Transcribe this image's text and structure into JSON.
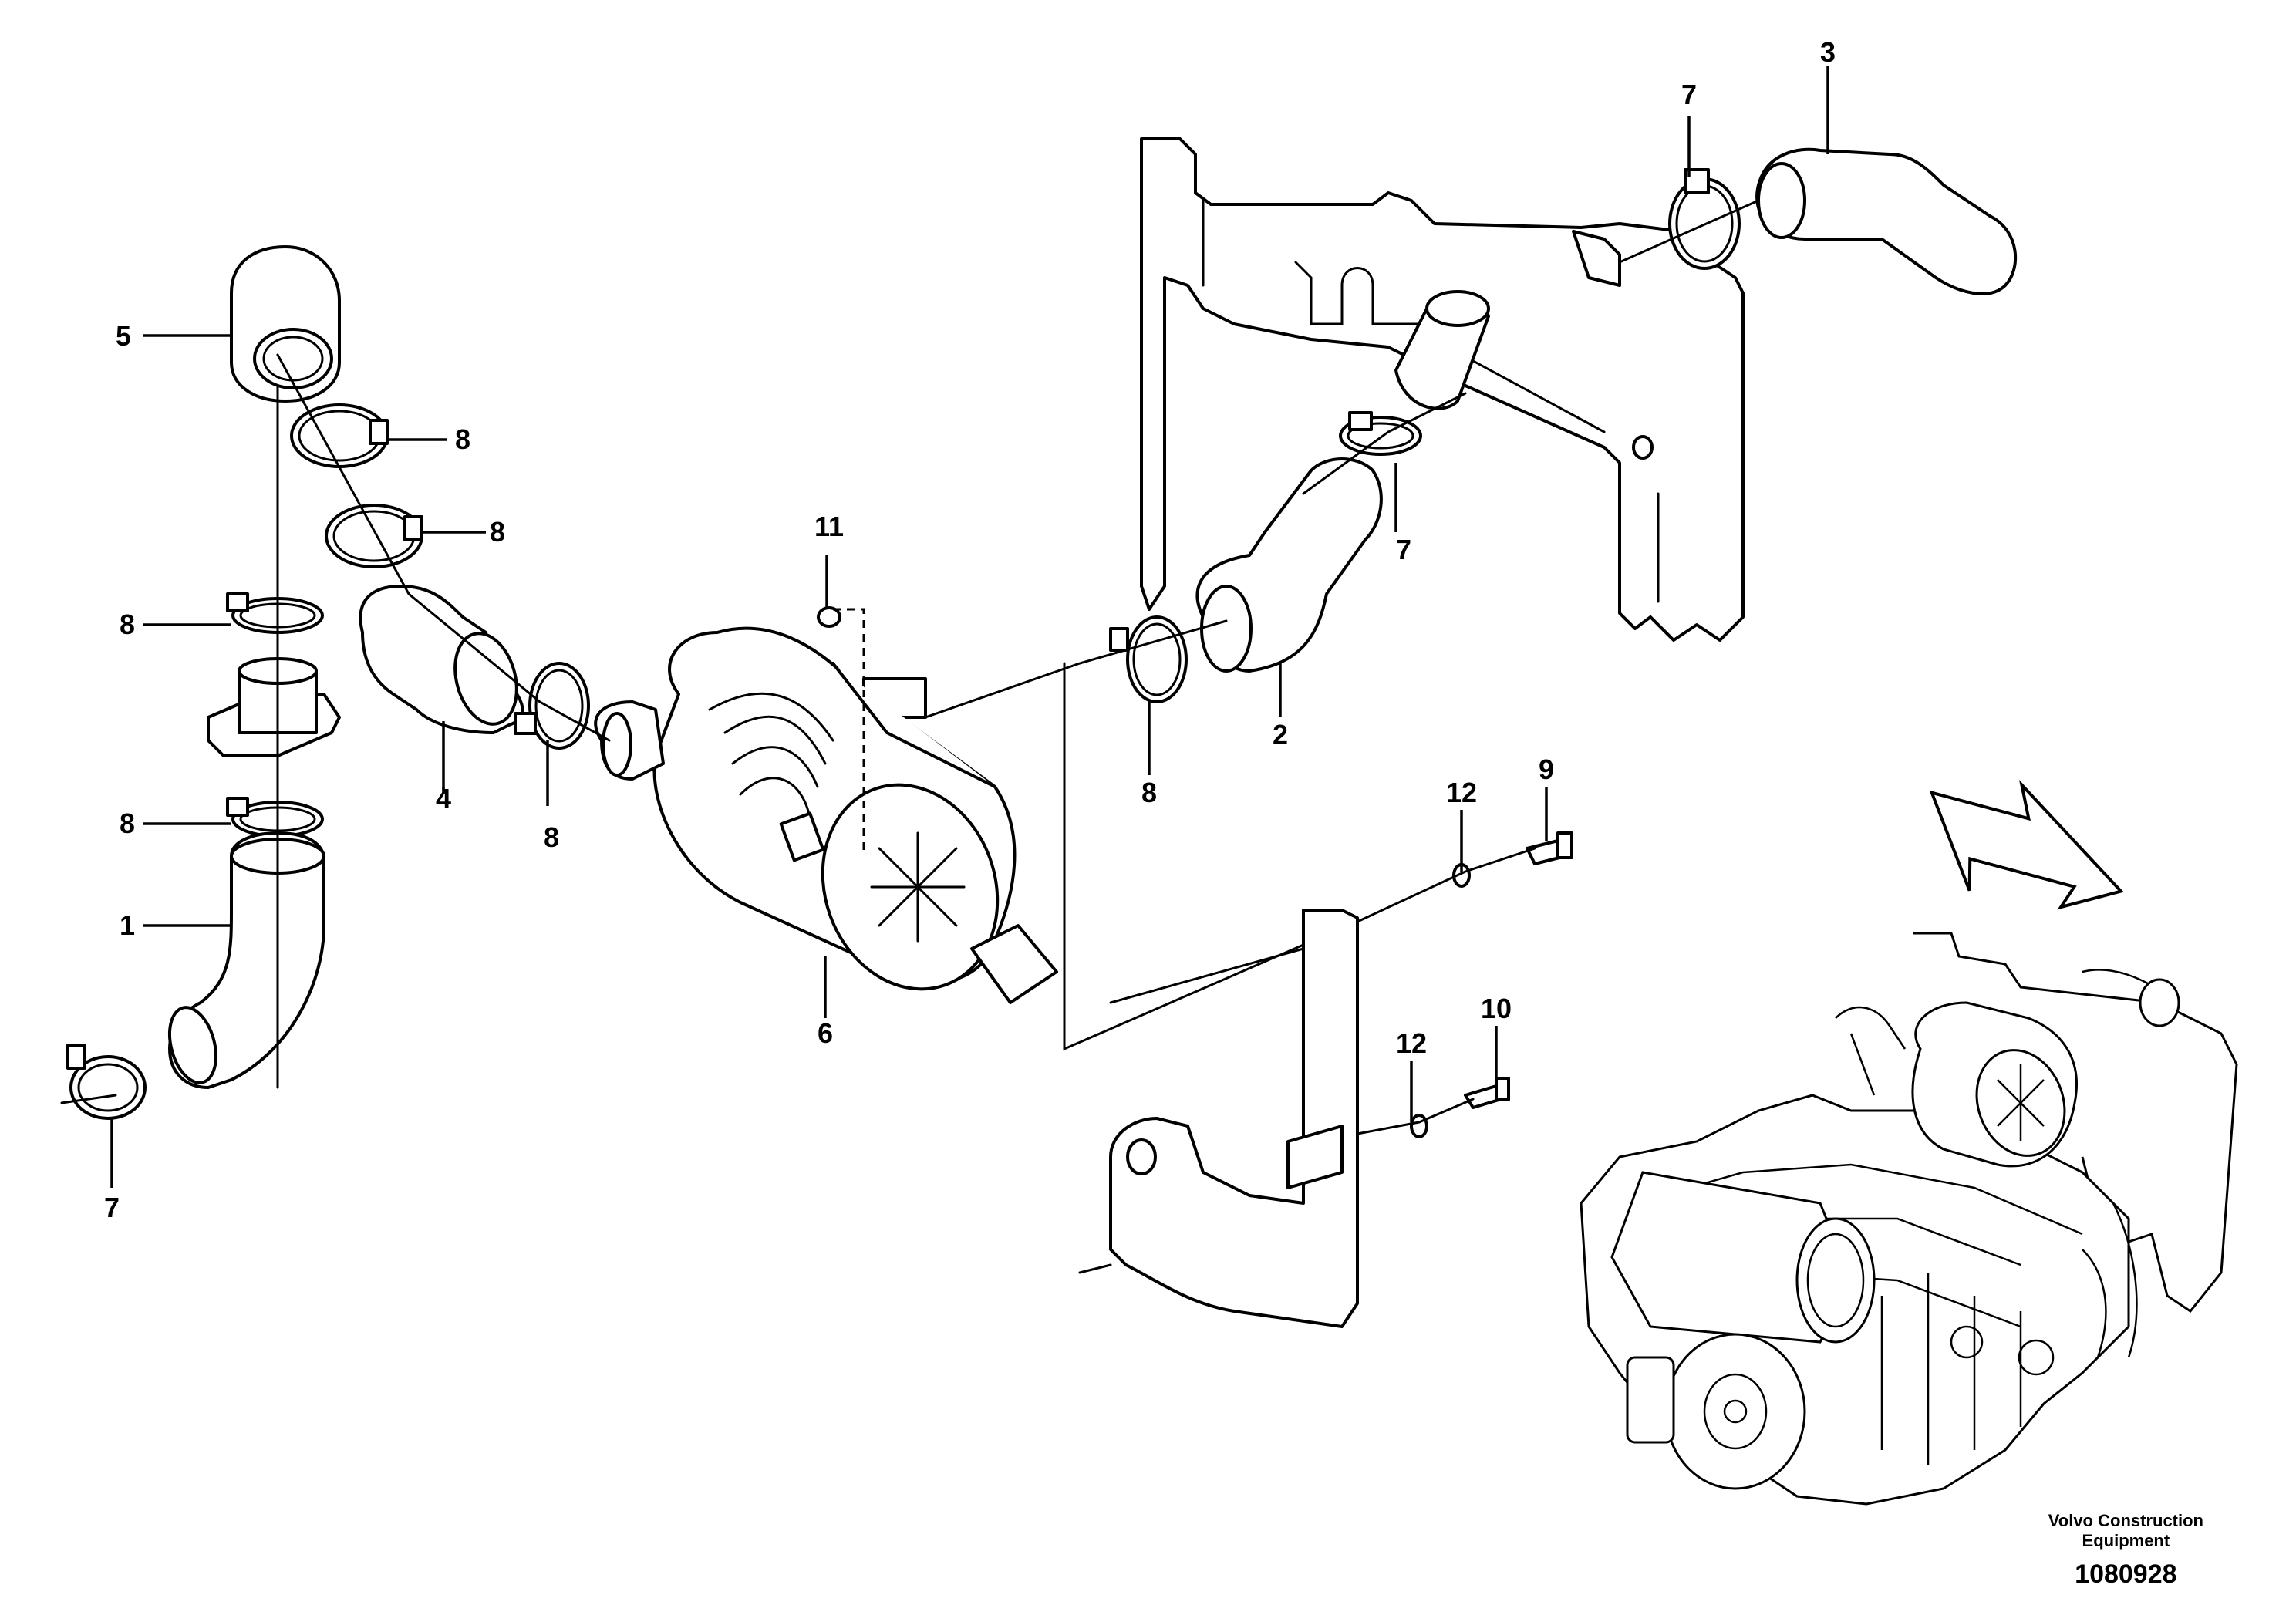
{
  "callouts": {
    "c1": "1",
    "c2": "2",
    "c3": "3",
    "c4": "4",
    "c5": "5",
    "c6": "6",
    "c7a": "7",
    "c7b": "7",
    "c7c": "7",
    "c8a": "8",
    "c8b": "8",
    "c8c": "8",
    "c8d": "8",
    "c8e": "8",
    "c8f": "8",
    "c9": "9",
    "c10": "10",
    "c11": "11",
    "c12a": "12",
    "c12b": "12"
  },
  "footer": {
    "company_line1": "Volvo Construction",
    "company_line2": "Equipment",
    "drawing_number": "1080928"
  },
  "icons": [
    "direction-arrow-icon",
    "engine-overview-icon"
  ]
}
